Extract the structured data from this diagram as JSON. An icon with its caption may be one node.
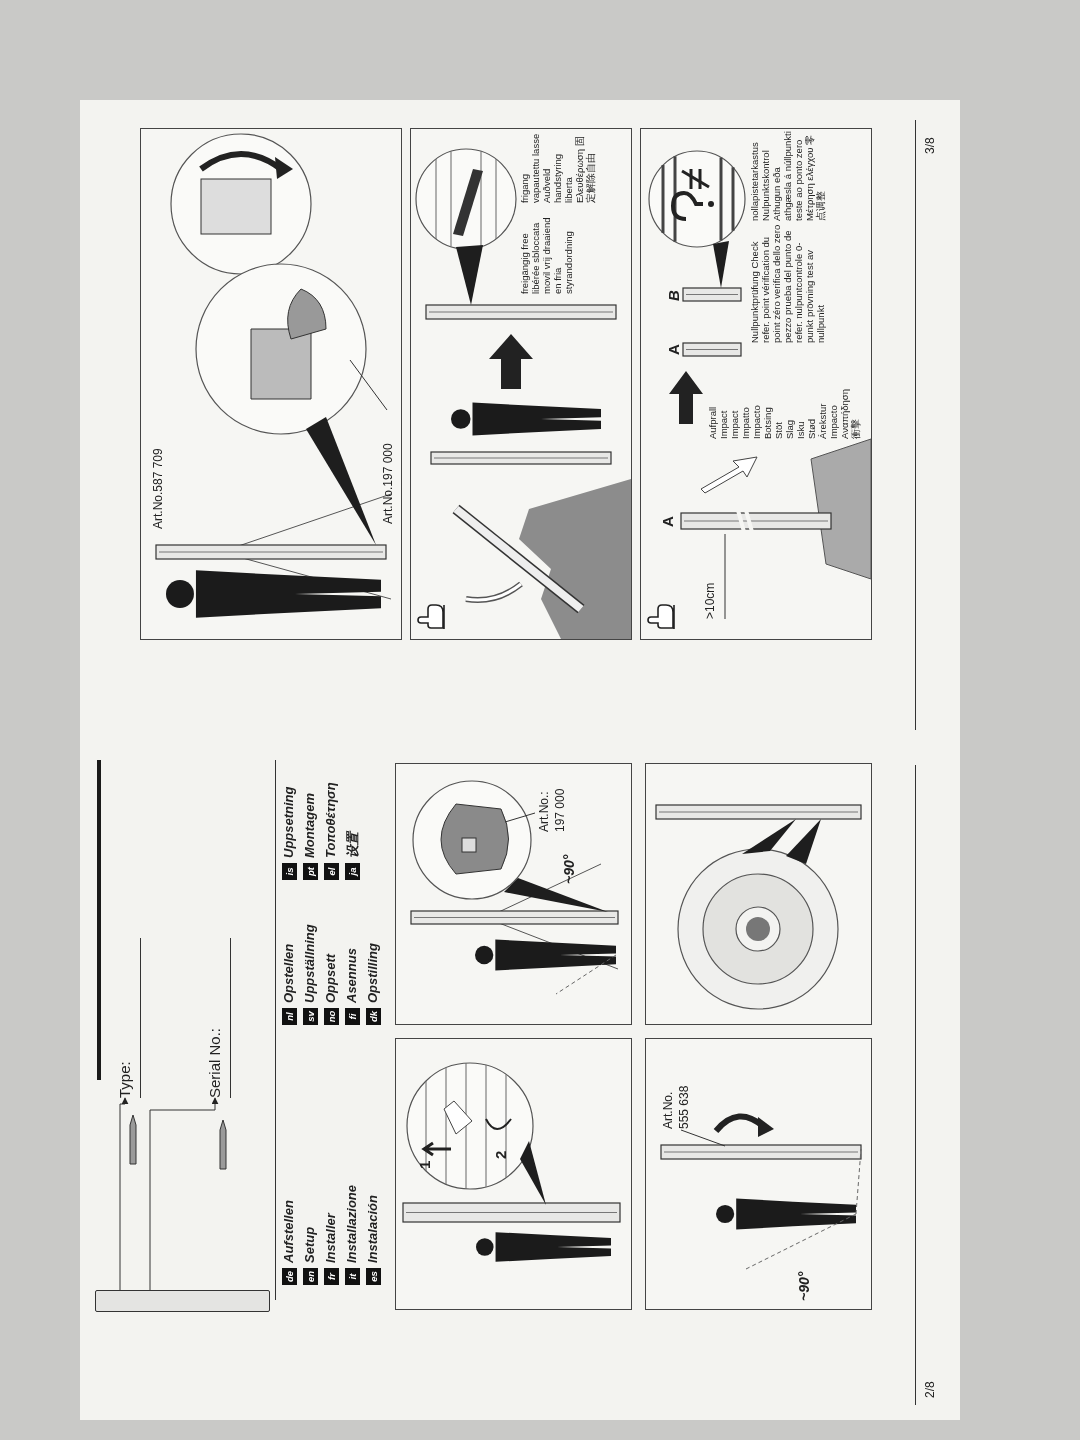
{
  "diagram": {
    "nodes": [
      {
        "text": [],
        "shape": "bar"
      },
      {
        "text": [
          "Type:"
        ]
      },
      {
        "text": [
          "Serial No.:"
        ]
      },
      {
        "text": [
          "1",
          "2"
        ]
      },
      {
        "text": [
          "~90°"
        ]
      },
      {
        "text": [
          "Art.No.: 197 000"
        ],
        "in": 4
      },
      {
        "text": [
          "~90°"
        ]
      },
      {
        "text": [
          "Art.No. 555 638"
        ],
        "in": 6
      },
      {
        "text": [],
        "shape": "box"
      },
      {
        "text": [],
        "shape": "box"
      },
      {
        "text": [
          "Art.No.587 709"
        ],
        "in": 9
      },
      {
        "text": [
          "Art.No.197 000"
        ],
        "in": 9
      },
      {
        "text": [
          "freigängig free libérée sbloccata movil vrij draaiend en fria styrandordning",
          "frigang vapautettu lasse Auðveld handstyring liberta Ελευθέρωση 固定解除自由"
        ]
      },
      {
        "text": [
          "A",
          ">10cm",
          "Aufprall Impact Impact Impatto Impacto Botsing Stöt Slag Isku Stød Árekstur Impacto Αναπήδηση 衝擊",
          "A",
          "B",
          "Nullpunktprüfung Check refer. point vérification du point zéro verifica dello zero pezzo prueba del punto de refer. nulpuntcontrole 0-punkt prövning test av nullpunkt",
          "nollapistetarkastus Nulpunktskontrol Athugun eða athgæsla á núllpunkti teste ao ponto zero Μέτρηση ελέγχου 零点调整"
        ]
      }
    ],
    "edges": [
      {
        "from": 0,
        "to": 1,
        "arrow": "to"
      },
      {
        "from": 0,
        "to": 2,
        "arrow": "to"
      },
      {
        "from": 5,
        "to": null,
        "arrow": "none"
      },
      {
        "from": 7,
        "to": null,
        "arrow": "none"
      },
      {
        "from": 11,
        "to": null,
        "arrow": "none"
      }
    ],
    "labels": [
      "de",
      "Aufstellen",
      "en",
      "Setup",
      "fr",
      "Installer",
      "it",
      "Installazione",
      "es",
      "Instalación",
      "nl",
      "Opstellen",
      "sv",
      "Uppställning",
      "no",
      "Oppsett",
      "fi",
      "Asennus",
      "dk",
      "Opstilling",
      "is",
      "Uppsetning",
      "pt",
      "Montagem",
      "el",
      "Τοποθέτηση",
      "ja",
      "设置",
      "2/8",
      "3/8"
    ]
  }
}
